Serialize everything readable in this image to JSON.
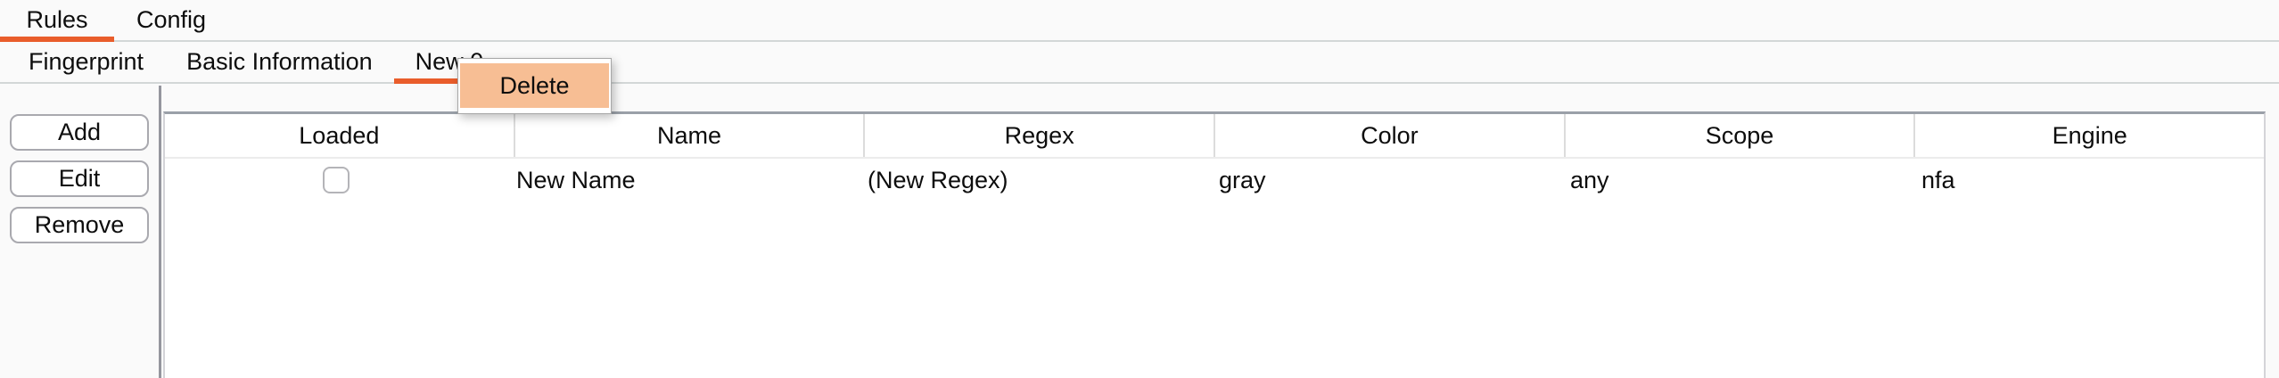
{
  "tabs_primary": [
    {
      "label": "Rules",
      "active": true
    },
    {
      "label": "Config",
      "active": false
    }
  ],
  "tabs_secondary": [
    {
      "label": "Fingerprint",
      "active": false
    },
    {
      "label": "Basic Information",
      "active": false
    },
    {
      "label": "New 0",
      "active": true
    }
  ],
  "context_menu": {
    "items": [
      {
        "label": "Delete",
        "highlighted": true
      }
    ]
  },
  "action_buttons": [
    {
      "label": "Add"
    },
    {
      "label": "Edit"
    },
    {
      "label": "Remove"
    }
  ],
  "table": {
    "columns": [
      "Loaded",
      "Name",
      "Regex",
      "Color",
      "Scope",
      "Engine"
    ],
    "rows": [
      {
        "loaded_checked": false,
        "name": "New Name",
        "regex": "(New Regex)",
        "color": "gray",
        "scope": "any",
        "engine": "nfa"
      }
    ]
  },
  "colors": {
    "active_tab_underline": "#E95D2B",
    "menu_highlight": "#F7BE94",
    "panel_background": "#fafafa",
    "table_top_border": "#9aa0a8"
  }
}
